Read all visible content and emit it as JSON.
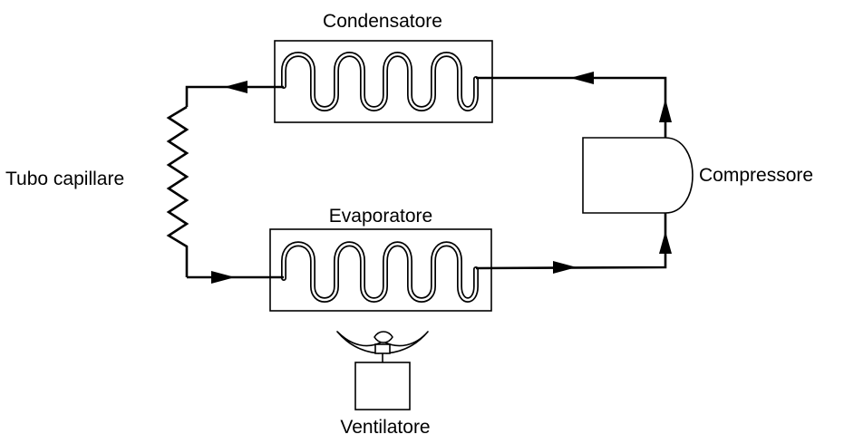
{
  "labels": {
    "condenser": "Condensatore",
    "evaporator": "Evaporatore",
    "capillary_tube": "Tubo capillare",
    "compressor": "Compressore",
    "fan": "Ventilatore"
  },
  "colors": {
    "line": "#000000",
    "background": "#ffffff"
  }
}
